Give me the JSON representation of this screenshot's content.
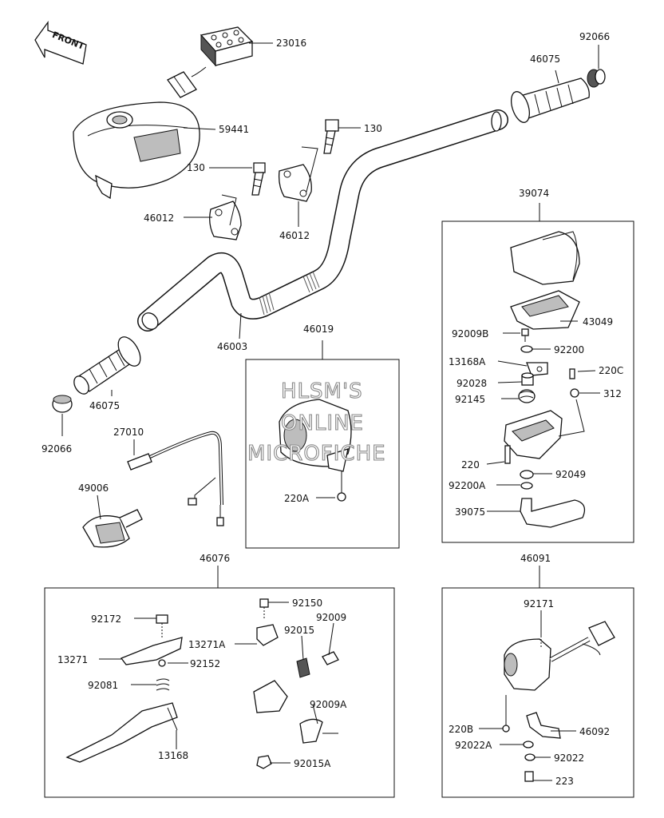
{
  "front_label": "FRONT",
  "watermark": [
    "HLSM'S",
    "ONLINE",
    "MICROFICHE"
  ],
  "parts": {
    "p23016": "23016",
    "p59441": "59441",
    "p130a": "130",
    "p130b": "130",
    "p46012a": "46012",
    "p46012b": "46012",
    "p46003": "46003",
    "p46075a": "46075",
    "p46075b": "46075",
    "p92066a": "92066",
    "p92066b": "92066",
    "p27010": "27010",
    "p49006": "49006",
    "p46019": "46019",
    "p220A": "220A",
    "p39074": "39074",
    "p43049": "43049",
    "p92009B": "92009B",
    "p92200": "92200",
    "p13168A": "13168A",
    "p220C": "220C",
    "p92028": "92028",
    "p312": "312",
    "p92145": "92145",
    "p220": "220",
    "p92049": "92049",
    "p92200A": "92200A",
    "p39075": "39075",
    "p46076": "46076",
    "p92150": "92150",
    "p92009": "92009",
    "p92172": "92172",
    "p13271A": "13271A",
    "p92015": "92015",
    "p13271": "13271",
    "p92152": "92152",
    "p92081": "92081",
    "p92009A": "92009A",
    "p13168": "13168",
    "p92015A": "92015A",
    "p46091": "46091",
    "p92171": "92171",
    "p220B": "220B",
    "p46092": "46092",
    "p92022A": "92022A",
    "p92022": "92022",
    "p223": "223"
  }
}
